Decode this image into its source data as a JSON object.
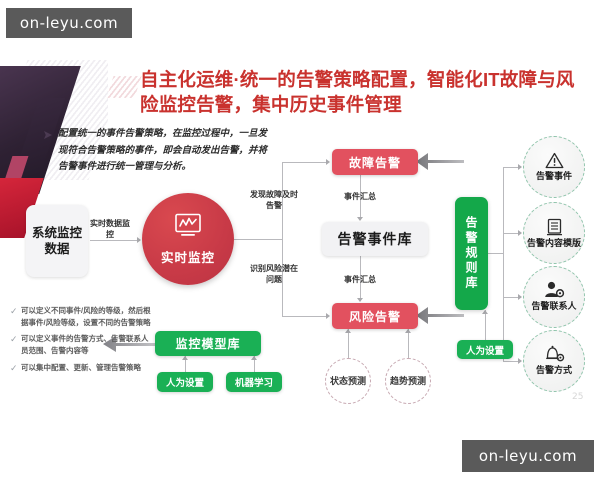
{
  "watermark": {
    "top": "on-leyu.com",
    "bottom": "on-leyu.com"
  },
  "slide": {
    "page_number": "25",
    "title": "自主化运维·统一的告警策略配置，智能化IT故障与风险监控告警，集中历史事件管理",
    "description": "配置统一的事件告警策略，在监控过程中，一旦发现符合告警策略的事件，即会自动发出告警，并将告警事件进行统一管理与分析。"
  },
  "colors": {
    "title_red": "#c9322e",
    "alert_red": "#e2515f",
    "circle_red": "#c83a47",
    "green": "#1ab055",
    "rule_green": "#14a84a",
    "line_gray": "#b9b9bd",
    "arrow_gray": "#8c8c90"
  },
  "diagram": {
    "source_box": {
      "label": "系统监控数据"
    },
    "source_arrow_label": "实时数据监控",
    "monitor_circle": {
      "label": "实时监控",
      "icon": "monitor-chart-icon"
    },
    "branch_labels": {
      "top": "发现故障及时告警",
      "bottom": "识别风险潜在问题"
    },
    "fault_alert": {
      "label": "故障告警"
    },
    "risk_alert": {
      "label": "风险告警"
    },
    "event_repository": {
      "label": "告警事件库"
    },
    "aggregate_label_top": "事件汇总",
    "aggregate_label_bottom": "事件汇总",
    "rule_library": {
      "label": "告警规则库"
    },
    "manual_setting_right": {
      "label": "人为设置"
    },
    "model_library": {
      "label": "监控模型库"
    },
    "manual_setting_left": {
      "label": "人为设置"
    },
    "machine_learning": {
      "label": "机器学习"
    },
    "rule_items": [
      {
        "label": "告警事件",
        "icon": "warning-triangle-icon"
      },
      {
        "label": "告警内容模版",
        "icon": "document-icon"
      },
      {
        "label": "告警联系人",
        "icon": "person-gear-icon"
      },
      {
        "label": "告警方式",
        "icon": "bell-gear-icon"
      }
    ],
    "predictions": [
      {
        "label": "状态预测"
      },
      {
        "label": "趋势预测"
      }
    ]
  },
  "bullets": [
    "可以定义不同事件/风险的等级，然后根据事件/风险等级，设置不同的告警策略",
    "可以定义事件的告警方式、告警联系人员范围、告警内容等",
    "可以集中配置、更新、管理告警策略"
  ]
}
